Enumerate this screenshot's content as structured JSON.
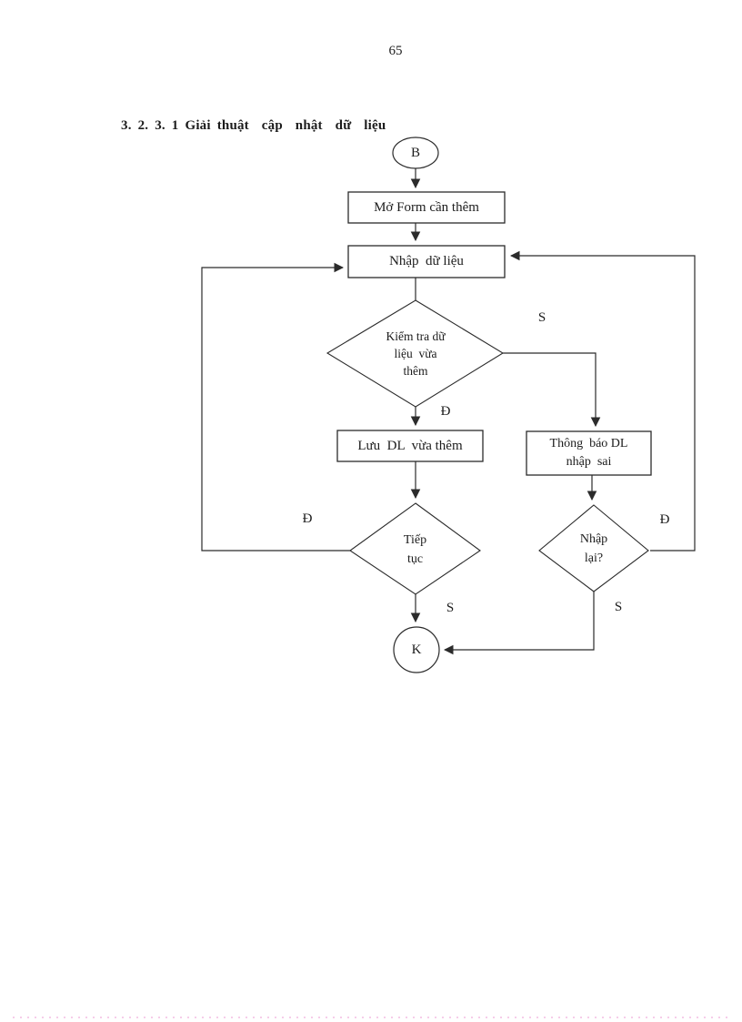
{
  "page": {
    "number": "65",
    "heading": "3. 2. 3. 1 Giải thuật  cập  nhật  dữ  liệu"
  },
  "flowchart": {
    "start": "B",
    "end": "K",
    "open_form": "Mở Form cần thêm",
    "input_data": "Nhập  dữ liệu",
    "check_data": {
      "line1": "Kiểm tra dữ",
      "line2": "liệu  vừa",
      "line3": "thêm"
    },
    "save_data": "Lưu  DL  vừa thêm",
    "notify_error": {
      "line1": "Thông  báo DL",
      "line2": "nhập  sai"
    },
    "continue_decision": {
      "line1": "Tiếp",
      "line2": "tục"
    },
    "retry_decision": {
      "line1": "Nhập",
      "line2": "lại?"
    },
    "branch_labels": {
      "check_true": "Đ",
      "check_false": "S",
      "continue_true": "Đ",
      "continue_false": "S",
      "retry_true": "Đ",
      "retry_false": "S"
    }
  },
  "colors": {
    "line": "#2b2b2b",
    "text": "#1c1c1c",
    "footer_dots": "#f6cde9"
  }
}
